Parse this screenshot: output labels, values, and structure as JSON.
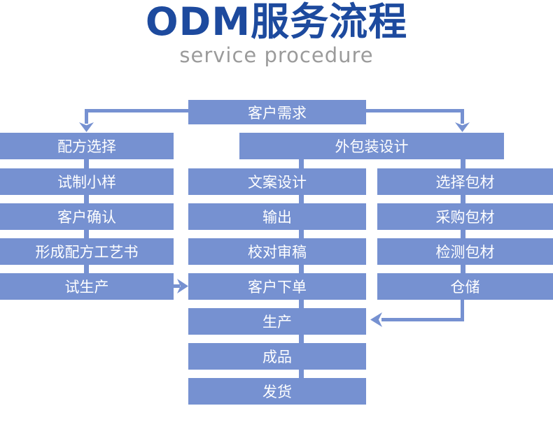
{
  "header": {
    "title": "ODM服务流程",
    "subtitle": "service procedure"
  },
  "colors": {
    "accent_blue": "#7691d1",
    "title_blue": "#1d4a9e",
    "subtitle_gray": "#9b9b9b",
    "box_text": "#ffffff"
  },
  "flow": {
    "top_box": "客户需求",
    "wide_box": "外包装设计",
    "left": [
      "配方选择",
      "试制小样",
      "客户确认",
      "形成配方工艺书",
      "试生产"
    ],
    "middle": [
      "文案设计",
      "输出",
      "校对审稿",
      "客户下单",
      "生产",
      "成品",
      "发货"
    ],
    "right": [
      "选择包材",
      "采购包材",
      "检测包材",
      "仓储"
    ]
  }
}
